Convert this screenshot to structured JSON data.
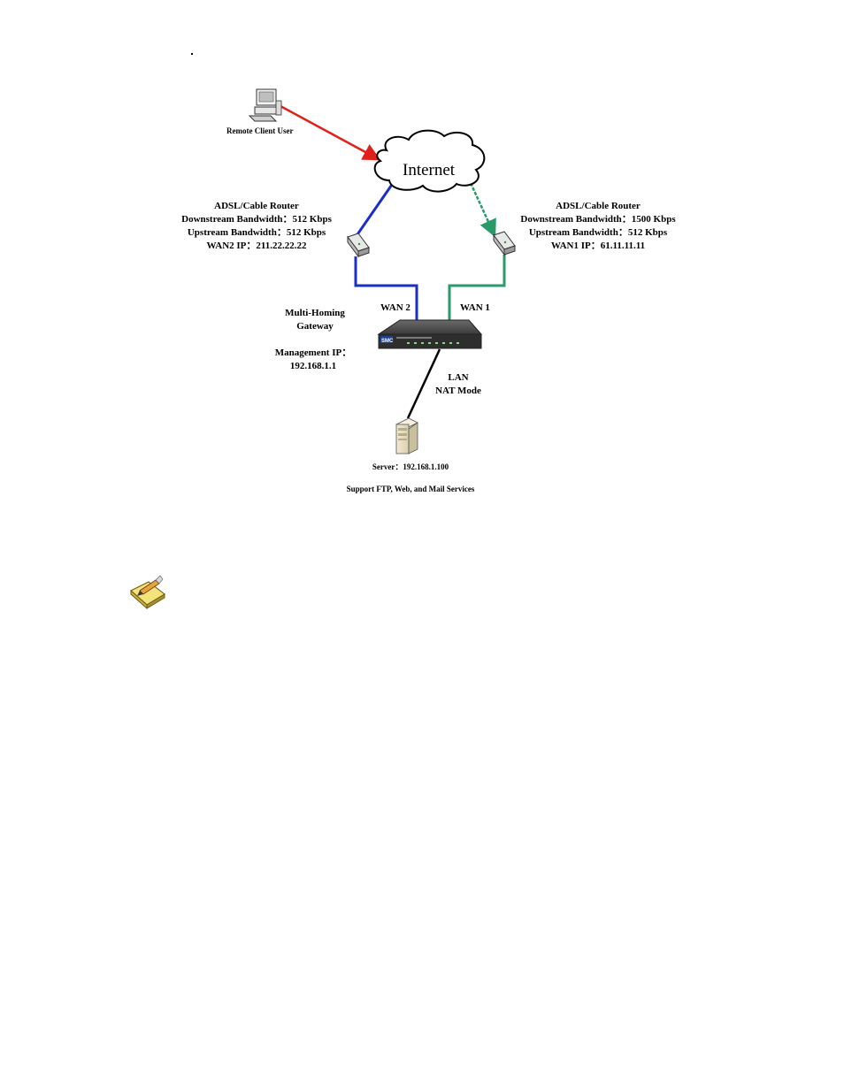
{
  "labels": {
    "remote_client": "Remote Client User",
    "internet": "Internet",
    "left_router": {
      "title": "ADSL/Cable Router",
      "downstream": "Downstream Bandwidth：512 Kbps",
      "upstream": "Upstream Bandwidth：512 Kbps",
      "wan_ip": "WAN2 IP：211.22.22.22"
    },
    "right_router": {
      "title": "ADSL/Cable Router",
      "downstream": "Downstream Bandwidth：1500 Kbps",
      "upstream": "Upstream Bandwidth：512 Kbps",
      "wan_ip": "WAN1 IP：61.11.11.11"
    },
    "wan2": "WAN 2",
    "wan1": "WAN 1",
    "gateway_line1": "Multi-Homing",
    "gateway_line2": "Gateway",
    "mgmt_line1": "Management IP：",
    "mgmt_line2": "192.168.1.1",
    "lan_line1": "LAN",
    "lan_line2": "NAT Mode",
    "server": "Server：192.168.1.100",
    "services": "Support FTP, Web, and Mail Services",
    "device_brand": "SMC"
  },
  "colors": {
    "remote_link": "#e0201a",
    "wan2_link": "#1a2fc8",
    "wan1_link": "#2a9a6a",
    "lan_link": "#000000"
  },
  "icons": [
    "computer-icon",
    "cloud-icon",
    "router-icon",
    "gateway-device-icon",
    "server-icon",
    "note-pencil-icon"
  ]
}
